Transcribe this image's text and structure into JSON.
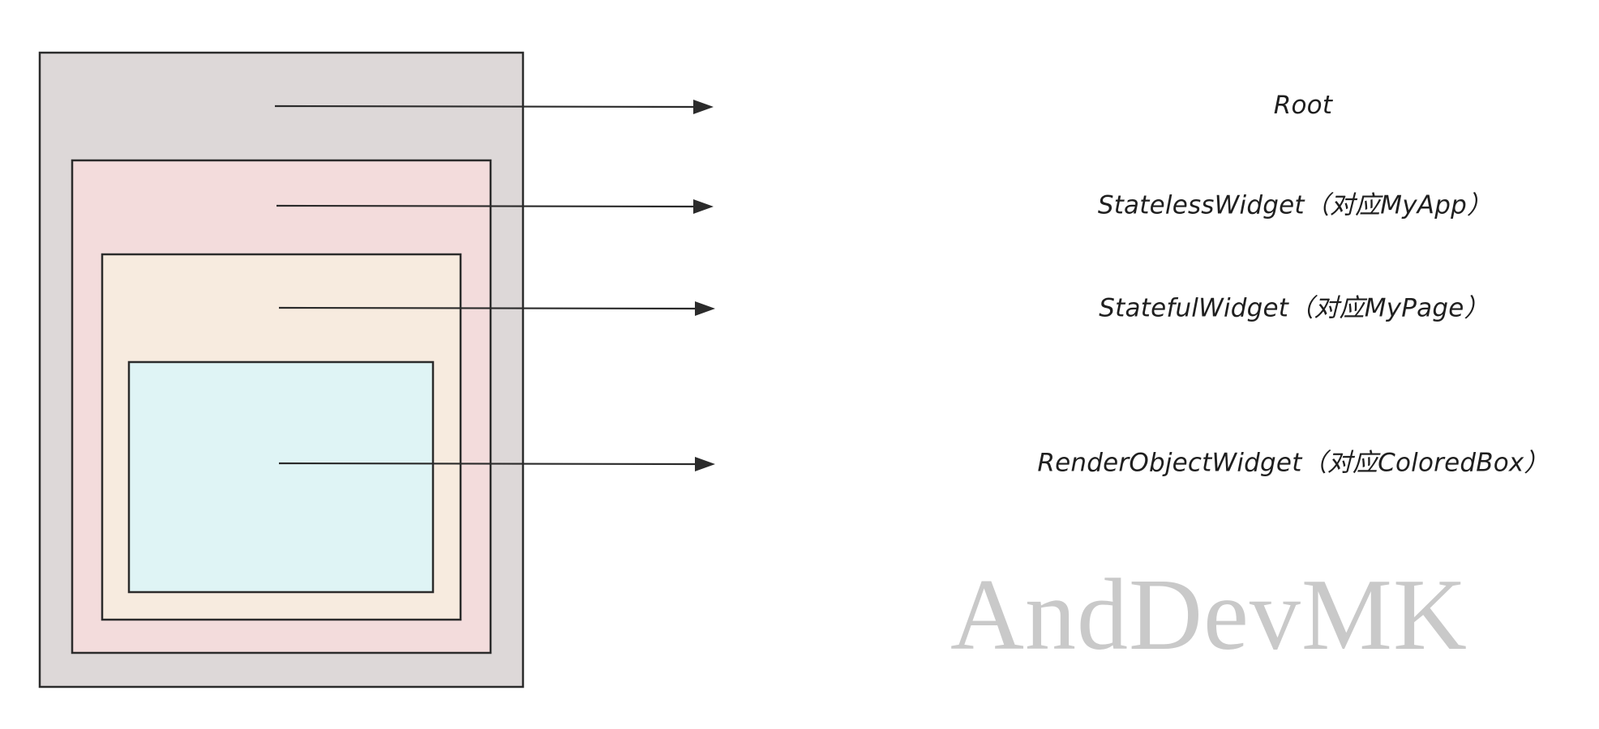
{
  "labels": {
    "root": "Root",
    "stateless": "StatelessWidget（对应MyApp）",
    "stateful": "StatefulWidget（对应MyPage）",
    "render_object": "RenderObjectWidget（对应ColoredBox）"
  },
  "watermark": "AndDevMK",
  "colors": {
    "root_fill": "#ddd8d8",
    "stateless_fill": "#f3dcdc",
    "stateful_fill": "#f7ebdf",
    "render_object_fill": "#dff4f5",
    "outline": "#2b2b2b",
    "text": "#1f1f1f",
    "watermark": "#c9c9c9"
  }
}
